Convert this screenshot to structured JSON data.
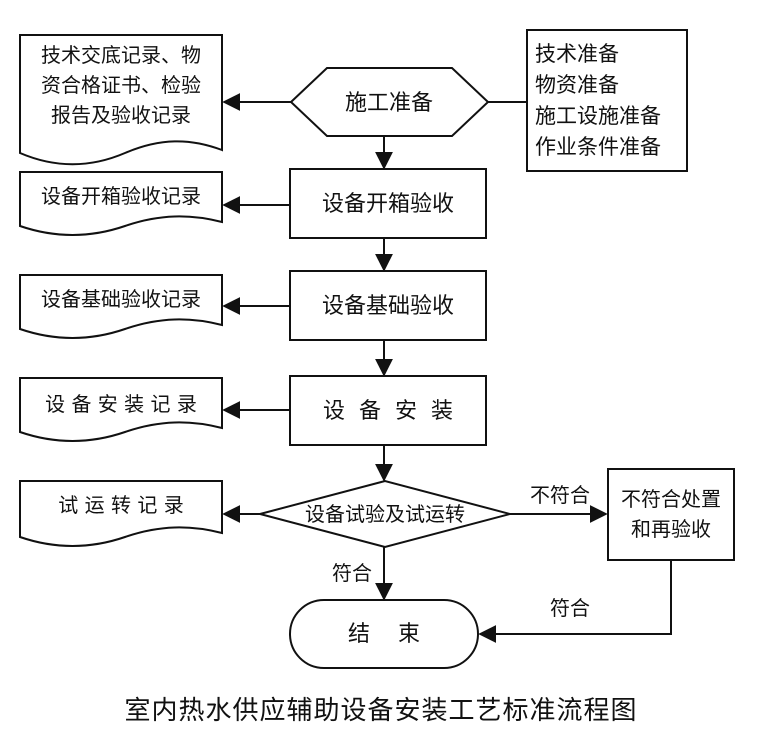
{
  "diagram": {
    "title": "室内热水供应辅助设备安装工艺标准流程图",
    "nodes": {
      "prep": "施工准备",
      "unbox": "设备开箱验收",
      "foundation": "设备基础验收",
      "install": "设  备  安  装",
      "test": "设备试验及试运转",
      "end": "结    束",
      "fix": [
        "不符合处置",
        "和再验收"
      ]
    },
    "records": {
      "prep": [
        "技术交底记录、物",
        "资合格证书、检验",
        "报告及验收记录"
      ],
      "unbox": "设备开箱验收记录",
      "foundation": "设备基础验收记录",
      "install": "设 备 安 装 记 录",
      "test": "试 运 转 记 录"
    },
    "prep_items": [
      "技术准备",
      "物资准备",
      "施工设施准备",
      "作业条件准备"
    ],
    "edge_labels": {
      "fail": "不符合",
      "pass_down": "符合",
      "pass_back": "符合"
    }
  }
}
